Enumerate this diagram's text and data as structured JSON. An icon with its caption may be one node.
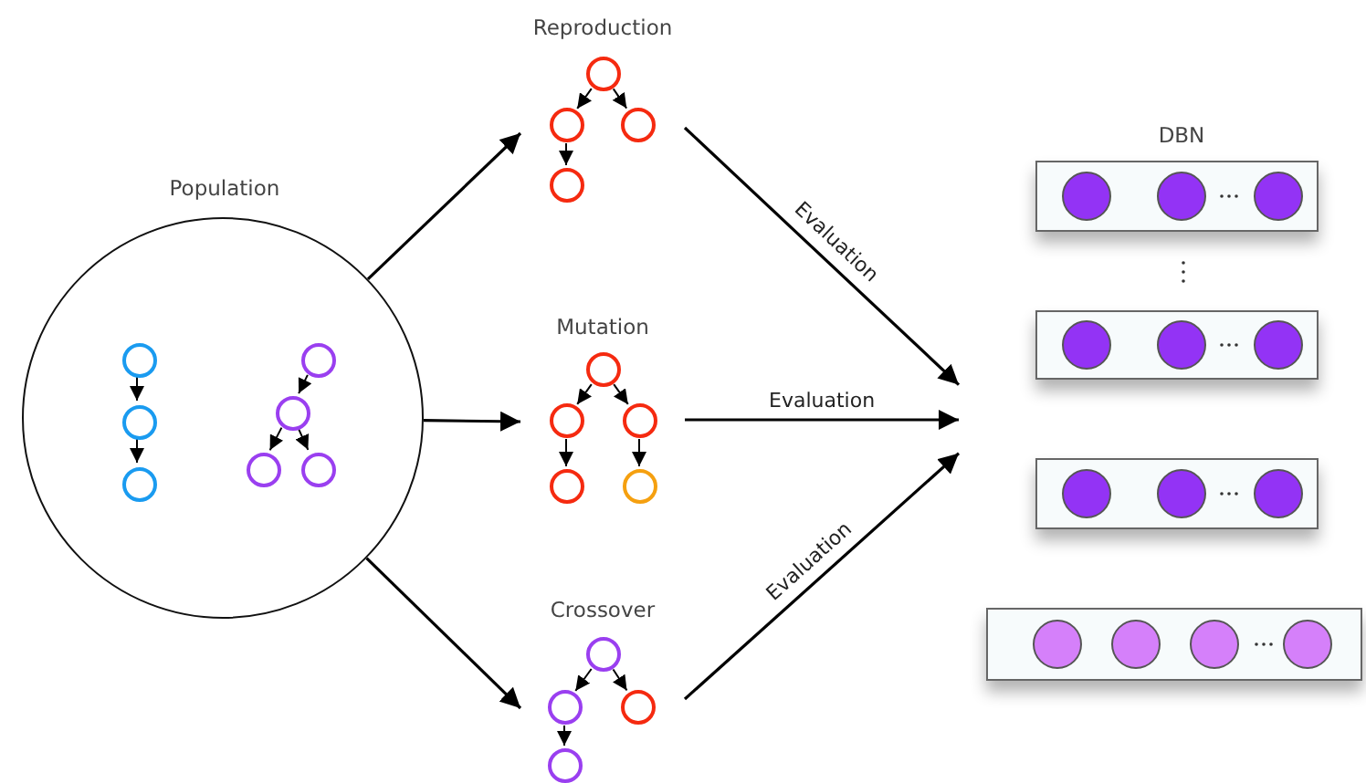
{
  "diagram": {
    "nodes": [
      {
        "text": [
          "Population"
        ]
      },
      {
        "text": [],
        "shape": "circle",
        "in": 0
      },
      {
        "text": [],
        "shape": "circle",
        "in": 0
      },
      {
        "text": [],
        "shape": "circle",
        "in": 0
      },
      {
        "text": [],
        "shape": "circle",
        "in": 0
      },
      {
        "text": [],
        "shape": "circle",
        "in": 0
      },
      {
        "text": [],
        "shape": "circle",
        "in": 0
      },
      {
        "text": [],
        "shape": "circle",
        "in": 0
      },
      {
        "text": [
          "Reproduction"
        ]
      },
      {
        "text": [],
        "shape": "circle",
        "in": 8
      },
      {
        "text": [],
        "shape": "circle",
        "in": 8
      },
      {
        "text": [],
        "shape": "circle",
        "in": 8
      },
      {
        "text": [],
        "shape": "circle",
        "in": 8
      },
      {
        "text": [
          "Mutation"
        ]
      },
      {
        "text": [],
        "shape": "circle",
        "in": 13
      },
      {
        "text": [],
        "shape": "circle",
        "in": 13
      },
      {
        "text": [],
        "shape": "circle",
        "in": 13
      },
      {
        "text": [],
        "shape": "circle",
        "in": 13
      },
      {
        "text": [],
        "shape": "circle",
        "in": 13
      },
      {
        "text": [
          "Crossover"
        ]
      },
      {
        "text": [],
        "shape": "circle",
        "in": 19
      },
      {
        "text": [],
        "shape": "circle",
        "in": 19
      },
      {
        "text": [],
        "shape": "circle",
        "in": 19
      },
      {
        "text": [],
        "shape": "circle",
        "in": 19
      },
      {
        "text": [
          "DBN"
        ]
      },
      {
        "text": [],
        "shape": "box",
        "in": 24
      },
      {
        "text": [],
        "shape": "box",
        "in": 24
      },
      {
        "text": [],
        "shape": "box",
        "in": 24
      },
      {
        "text": [],
        "shape": "box",
        "in": 24
      }
    ],
    "edges": [
      {
        "from": 0,
        "to": 8,
        "arrow": "to"
      },
      {
        "from": 0,
        "to": 13,
        "arrow": "to"
      },
      {
        "from": 0,
        "to": 19,
        "arrow": "to"
      },
      {
        "from": 8,
        "to": 24,
        "arrow": "to",
        "label": "Evaluation"
      },
      {
        "from": 13,
        "to": 24,
        "arrow": "to",
        "label": "Evaluation"
      },
      {
        "from": 19,
        "to": 24,
        "arrow": "to",
        "label": "Evaluation"
      },
      {
        "from": 1,
        "to": 2,
        "arrow": "to"
      },
      {
        "from": 2,
        "to": 3,
        "arrow": "to"
      },
      {
        "from": 4,
        "to": 5,
        "arrow": "to"
      },
      {
        "from": 5,
        "to": 6,
        "arrow": "to"
      },
      {
        "from": 5,
        "to": 7,
        "arrow": "to"
      },
      {
        "from": 9,
        "to": 10,
        "arrow": "to"
      },
      {
        "from": 9,
        "to": 11,
        "arrow": "to"
      },
      {
        "from": 10,
        "to": 12,
        "arrow": "to"
      },
      {
        "from": 14,
        "to": 15,
        "arrow": "to"
      },
      {
        "from": 14,
        "to": 16,
        "arrow": "to"
      },
      {
        "from": 15,
        "to": 17,
        "arrow": "to"
      },
      {
        "from": 16,
        "to": 18,
        "arrow": "to"
      },
      {
        "from": 20,
        "to": 21,
        "arrow": "to"
      },
      {
        "from": 20,
        "to": 22,
        "arrow": "to"
      },
      {
        "from": 21,
        "to": 23,
        "arrow": "to"
      }
    ]
  }
}
